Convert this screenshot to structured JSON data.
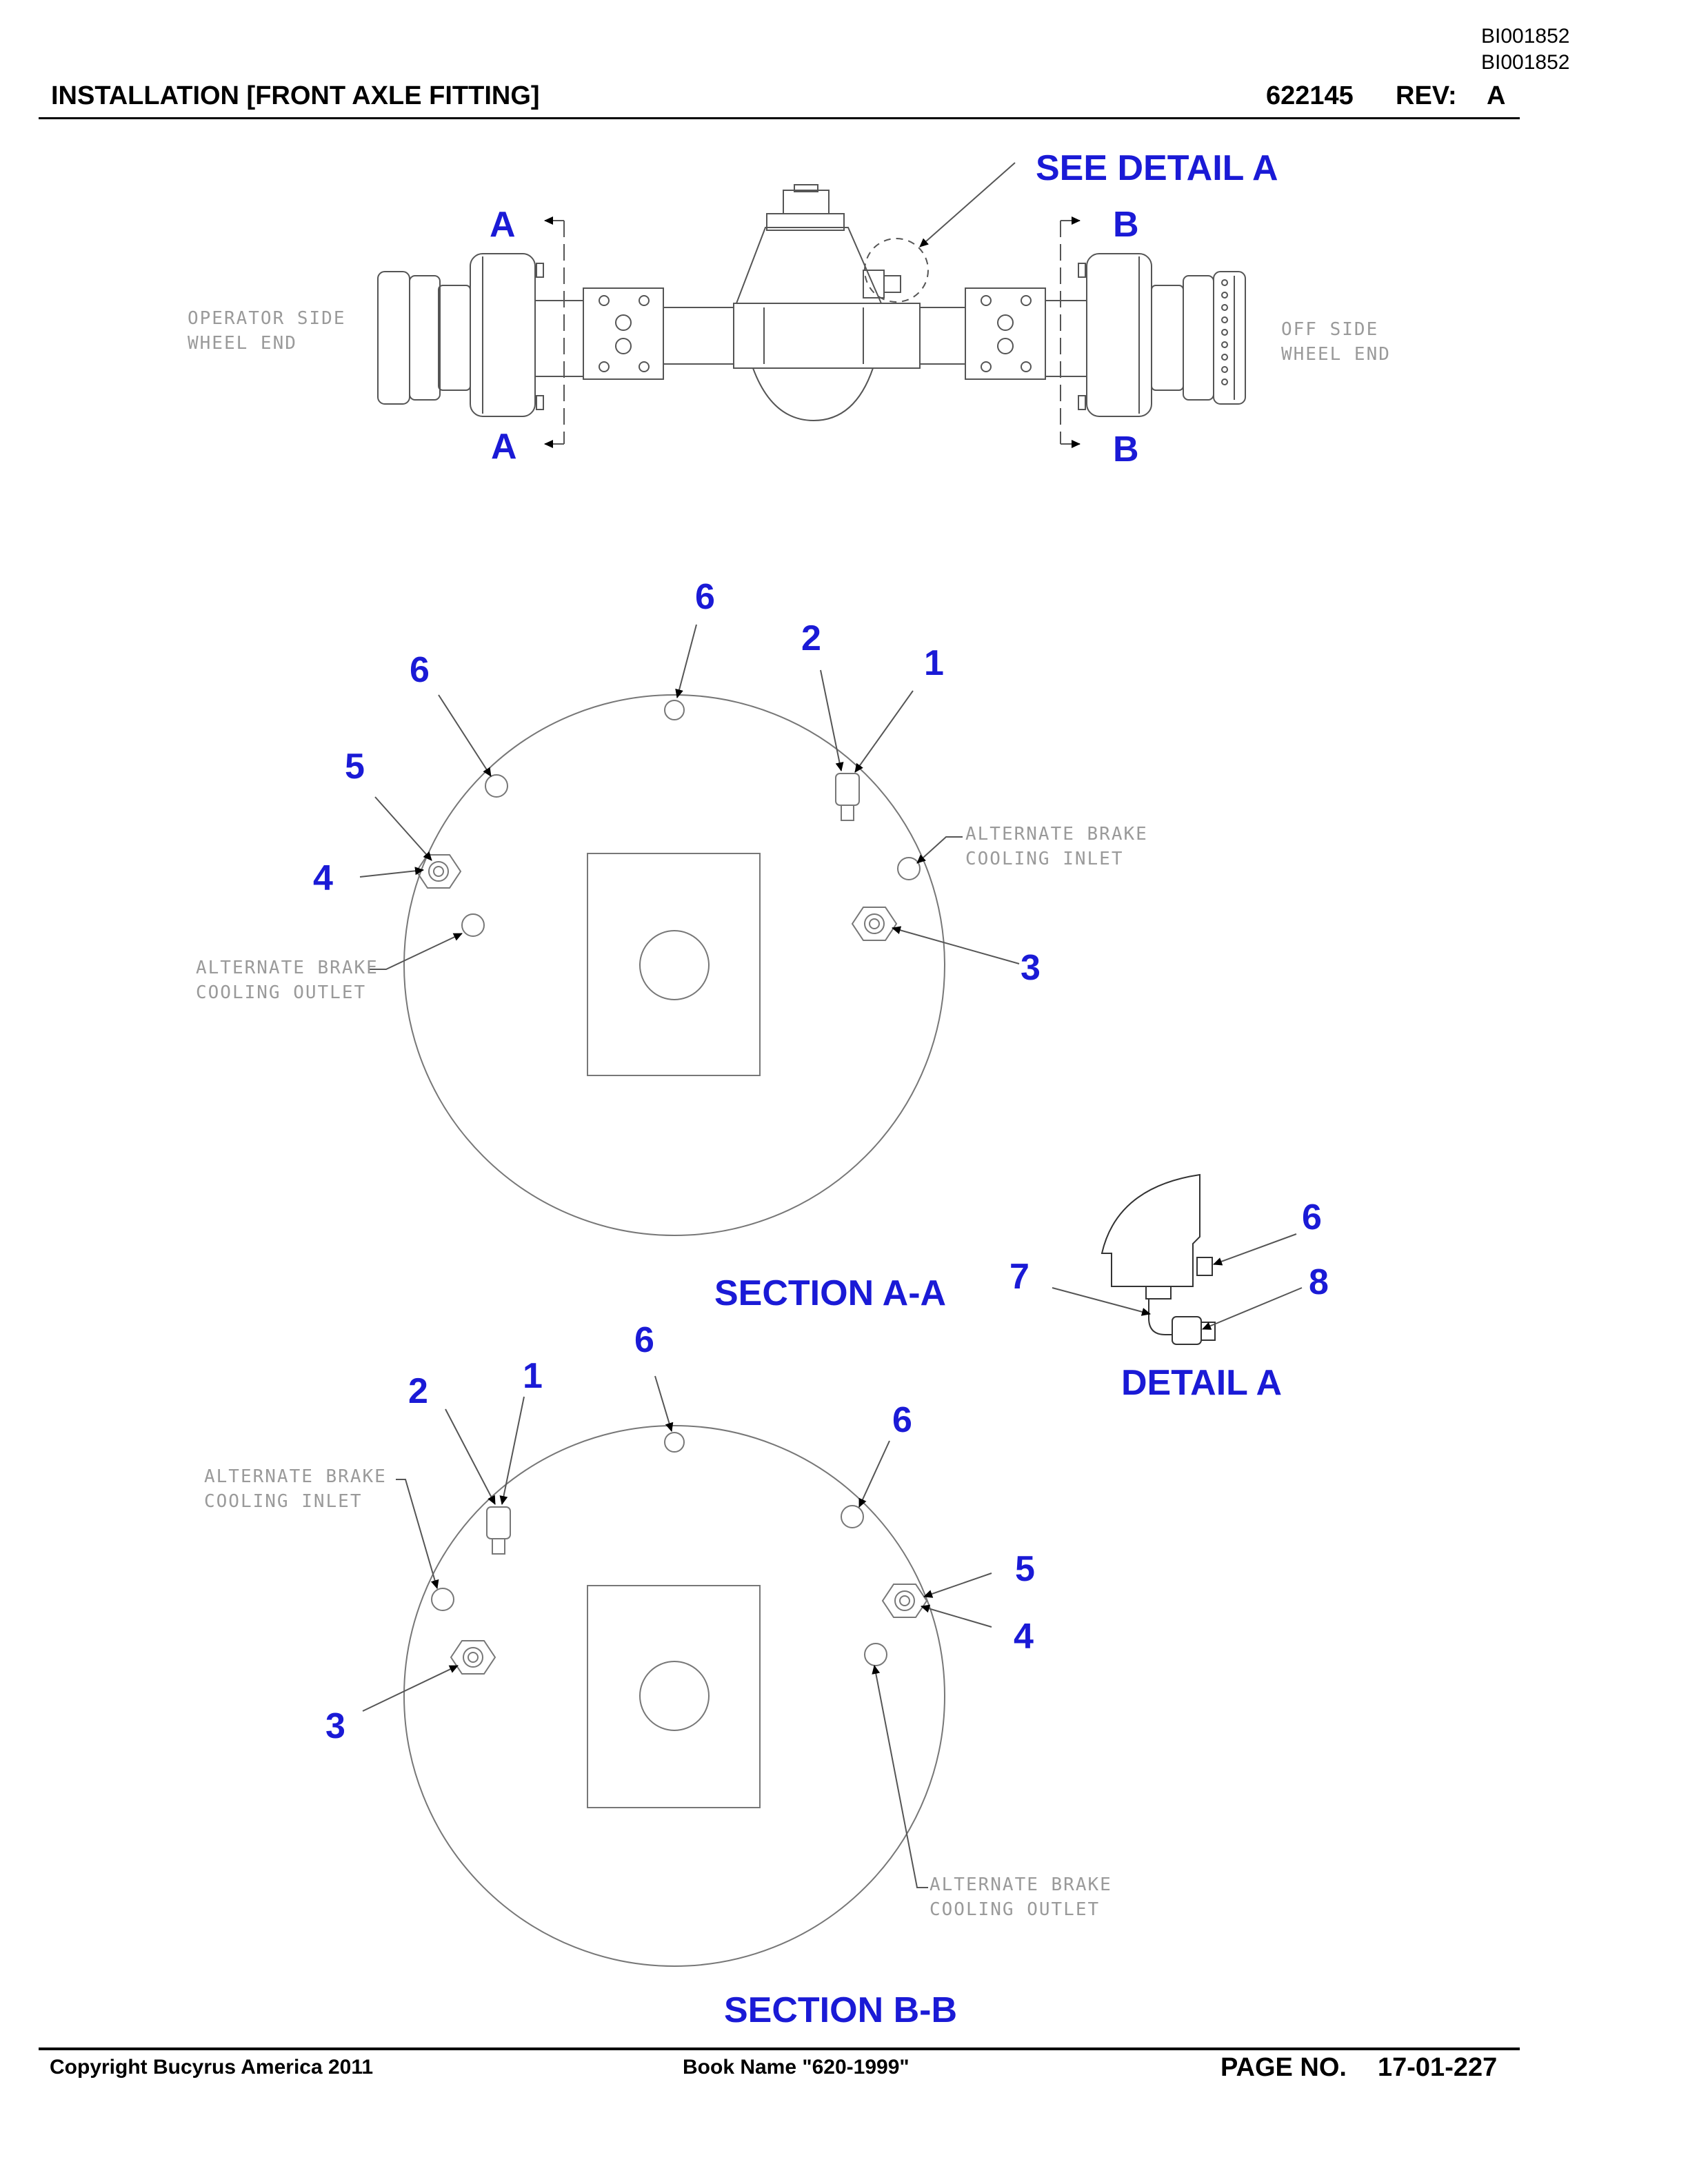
{
  "header": {
    "doc_id_1": "BI001852",
    "doc_id_2": "BI001852",
    "title": "INSTALLATION [FRONT AXLE FITTING]",
    "part_number": "622145",
    "rev_label": "REV:",
    "rev_value": "A"
  },
  "top_view": {
    "see_detail": "SEE DETAIL A",
    "section_a_top": "A",
    "section_a_bottom": "A",
    "section_b_top": "B",
    "section_b_bottom": "B",
    "operator_side": [
      "OPERATOR SIDE",
      "WHEEL END"
    ],
    "off_side": [
      "OFF SIDE",
      "WHEEL END"
    ]
  },
  "section_aa": {
    "title": "SECTION A-A",
    "callouts": [
      "6",
      "2",
      "1",
      "6",
      "5",
      "4",
      "3"
    ],
    "alt_inlet": [
      "ALTERNATE BRAKE",
      "COOLING INLET"
    ],
    "alt_outlet": [
      "ALTERNATE BRAKE",
      "COOLING OUTLET"
    ]
  },
  "detail_a": {
    "title": "DETAIL A",
    "callouts": [
      "6",
      "7",
      "8"
    ]
  },
  "section_bb": {
    "title": "SECTION B-B",
    "callouts": [
      "6",
      "2",
      "1",
      "6",
      "5",
      "4",
      "3"
    ],
    "alt_inlet": [
      "ALTERNATE BRAKE",
      "COOLING INLET"
    ],
    "alt_outlet": [
      "ALTERNATE BRAKE",
      "COOLING OUTLET"
    ]
  },
  "footer": {
    "copyright": "Copyright Bucyrus America 2011",
    "book_name": "Book Name \"620-1999\"",
    "page_label": "PAGE NO.",
    "page_value": "17-01-227"
  },
  "colors": {
    "callout": "#1a1ad6",
    "line": "#555555",
    "note": "#9a9a9a"
  }
}
